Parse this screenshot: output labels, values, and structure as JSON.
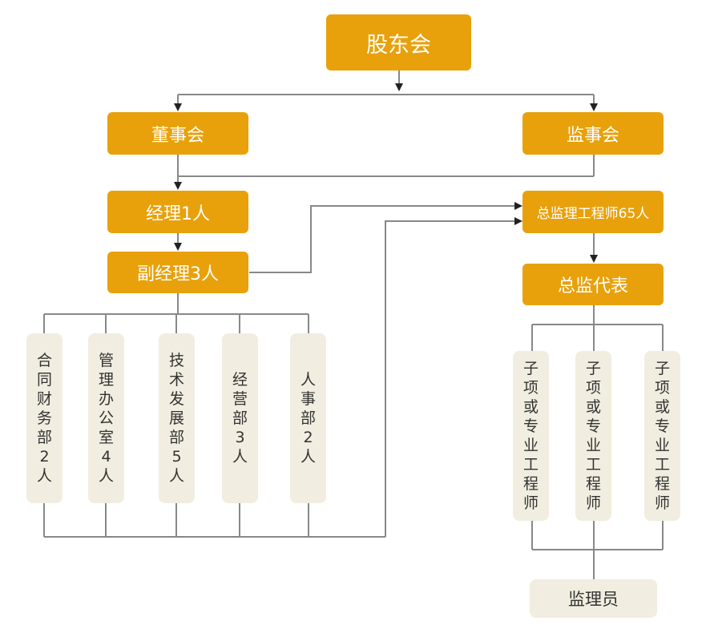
{
  "nodes": {
    "shareholders": "股东会",
    "board": "董事会",
    "supervisors": "监事会",
    "manager": "经理1人",
    "deputy_manager": "副经理3人",
    "chief_engineer": "总监理工程师65人",
    "chief_rep": "总监代表",
    "inspector": "监理员"
  },
  "departments": [
    "合同财务部2人",
    "管理办公室4人",
    "技术发展部5人",
    "经营部3人",
    "人事部2人"
  ],
  "engineers": [
    "子项或专业工程师",
    "子项或专业工程师",
    "子项或专业工程师"
  ],
  "colors": {
    "primary": "#e8a10a",
    "secondary_bg": "#f1ede0",
    "line": "#888888",
    "arrow": "#222222"
  }
}
